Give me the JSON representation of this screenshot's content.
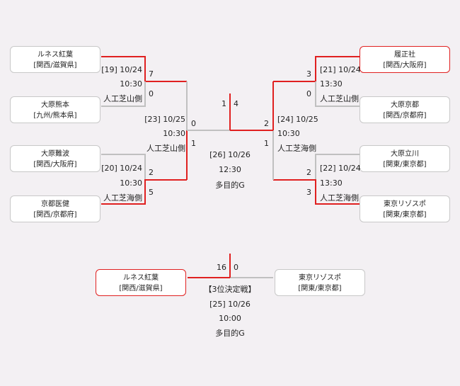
{
  "teams": {
    "t1": {
      "name": "ルネス紅葉",
      "region": "[関西/滋賀県]"
    },
    "t2": {
      "name": "大原熊本",
      "region": "[九州/熊本県]"
    },
    "t3": {
      "name": "大原難波",
      "region": "[関西/大阪府]"
    },
    "t4": {
      "name": "京都医健",
      "region": "[関西/京都府]"
    },
    "t5": {
      "name": "履正社",
      "region": "[関西/大阪府]"
    },
    "t6": {
      "name": "大原京都",
      "region": "[関西/京都府]"
    },
    "t7": {
      "name": "大原立川",
      "region": "[関東/東京都]"
    },
    "t8": {
      "name": "東京リゾスポ",
      "region": "[関東/東京都]"
    },
    "t9": {
      "name": "ルネス紅葉",
      "region": "[関西/滋賀県]"
    },
    "t10": {
      "name": "東京リゾスポ",
      "region": "[関東/東京都]"
    }
  },
  "matches": {
    "m19": {
      "info": "[19] 10/24",
      "time": "10:30",
      "venue": "人工芝山側",
      "score_top": "7",
      "score_bottom": "0"
    },
    "m20": {
      "info": "[20] 10/24",
      "time": "10:30",
      "venue": "人工芝海側",
      "score_top": "2",
      "score_bottom": "5"
    },
    "m23": {
      "info": "[23] 10/25",
      "time": "10:30",
      "venue": "人工芝山側",
      "score_top": "0",
      "score_bottom": "1"
    },
    "m21": {
      "info": "[21] 10/24",
      "time": "13:30",
      "venue": "人工芝山側",
      "score_top": "3",
      "score_bottom": "0"
    },
    "m22": {
      "info": "[22] 10/24",
      "time": "13:30",
      "venue": "人工芝海側",
      "score_top": "2",
      "score_bottom": "3"
    },
    "m24": {
      "info": "[24] 10/25",
      "time": "10:30",
      "venue": "人工芝海側",
      "score_top": "2",
      "score_bottom": "1"
    },
    "m26": {
      "info": "[26] 10/26",
      "time": "12:30",
      "venue": "多目的G",
      "score_left": "1",
      "score_right": "4"
    },
    "m25": {
      "title": "【3位決定戦】",
      "info": "[25] 10/26",
      "time": "10:00",
      "venue": "多目的G",
      "score_left": "16",
      "score_right": "0"
    }
  },
  "colors": {
    "win_line": "#e02020",
    "lose_line": "#c0c0c0",
    "box_border": "#c8c8c8",
    "background": "#f3f0f3"
  }
}
